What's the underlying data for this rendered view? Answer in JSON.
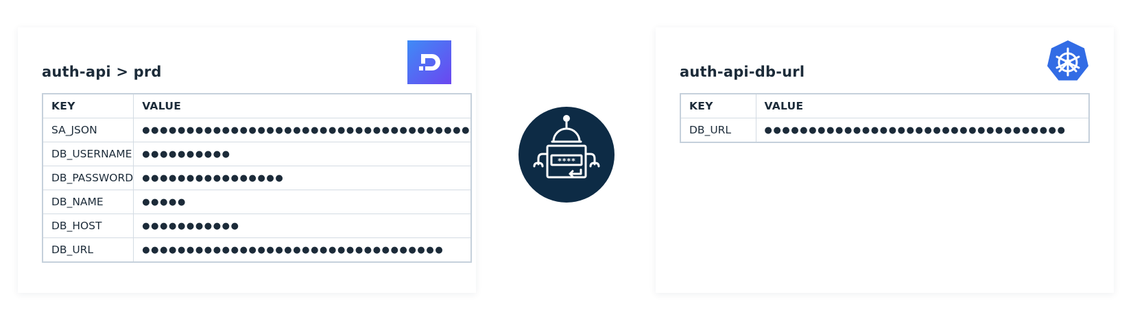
{
  "left_card": {
    "title": "auth-api > prd",
    "logo_icon": "doppler-logo-icon",
    "columns": [
      "KEY",
      "VALUE"
    ],
    "rows": [
      {
        "key": "SA_JSON",
        "value": "●●●●●●●●●●●●●●●●●●●●●●●●●●●●●●●●●●●●●"
      },
      {
        "key": "DB_USERNAME",
        "value": " ●●●●●●●●●●"
      },
      {
        "key": "DB_PASSWORD",
        "value": "●●●●●●●●●●●●●●●●"
      },
      {
        "key": "DB_NAME",
        "value": "●●●●●"
      },
      {
        "key": "DB_HOST",
        "value": "●●●●●●●●●●●"
      },
      {
        "key": "DB_URL",
        "value": "●●●●●●●●●●●●●●●●●●●●●●●●●●●●●●●●●●"
      }
    ]
  },
  "center": {
    "icon": "robot-password-sync-icon",
    "masked_label": "****",
    "colors": {
      "circle": "#0d2b45",
      "line": "#ffffff"
    }
  },
  "right_card": {
    "title": "auth-api-db-url",
    "logo_icon": "kubernetes-logo-icon",
    "columns": [
      "KEY",
      "VALUE"
    ],
    "rows": [
      {
        "key": "DB_URL",
        "value": "●●●●●●●●●●●●●●●●●●●●●●●●●●●●●●●●●●"
      }
    ]
  },
  "colors": {
    "text": "#1c2b39",
    "table_border": "#c5d0db",
    "doppler_gradient": [
      "#3f7bf5",
      "#6a4cf2"
    ],
    "kubernetes_blue": "#326ce5"
  }
}
